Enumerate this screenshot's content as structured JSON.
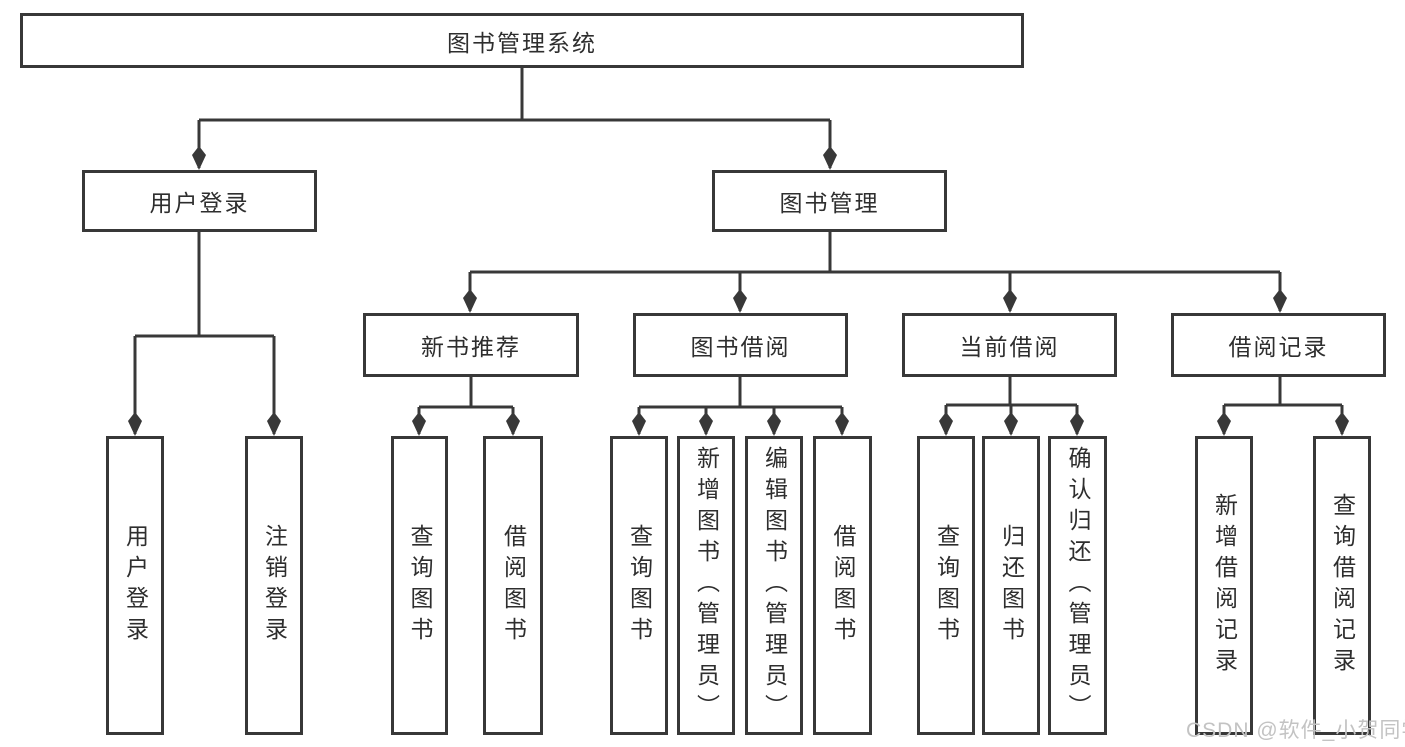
{
  "diagram": {
    "watermark": "CSDN @软件_小贺同学",
    "nodes": {
      "root": {
        "label": "图书管理系统"
      },
      "level2": [
        {
          "label": "用户登录",
          "parent": "图书管理系统"
        },
        {
          "label": "图书管理",
          "parent": "图书管理系统"
        }
      ],
      "level3": [
        {
          "label": "新书推荐",
          "parent": "图书管理"
        },
        {
          "label": "图书借阅",
          "parent": "图书管理"
        },
        {
          "label": "当前借阅",
          "parent": "图书管理"
        },
        {
          "label": "借阅记录",
          "parent": "图书管理"
        }
      ],
      "leaves": [
        {
          "label": "用户登录",
          "parent": "用户登录"
        },
        {
          "label": "注销登录",
          "parent": "用户登录"
        },
        {
          "label": "查询图书",
          "parent": "新书推荐"
        },
        {
          "label": "借阅图书",
          "parent": "新书推荐"
        },
        {
          "label": "查询图书",
          "parent": "图书借阅"
        },
        {
          "label": "新增图书（管理员）",
          "parent": "图书借阅"
        },
        {
          "label": "编辑图书（管理员）",
          "parent": "图书借阅"
        },
        {
          "label": "借阅图书",
          "parent": "图书借阅"
        },
        {
          "label": "查询图书",
          "parent": "当前借阅"
        },
        {
          "label": "归还图书",
          "parent": "当前借阅"
        },
        {
          "label": "确认归还（管理员）",
          "parent": "当前借阅"
        },
        {
          "label": "新增借阅记录",
          "parent": "借阅记录"
        },
        {
          "label": "查询借阅记录",
          "parent": "借阅记录"
        }
      ]
    },
    "colors": {
      "line": "#383838",
      "text": "#2e2e2e",
      "watermark": "#c3c3c3",
      "background": "#ffffff"
    }
  }
}
